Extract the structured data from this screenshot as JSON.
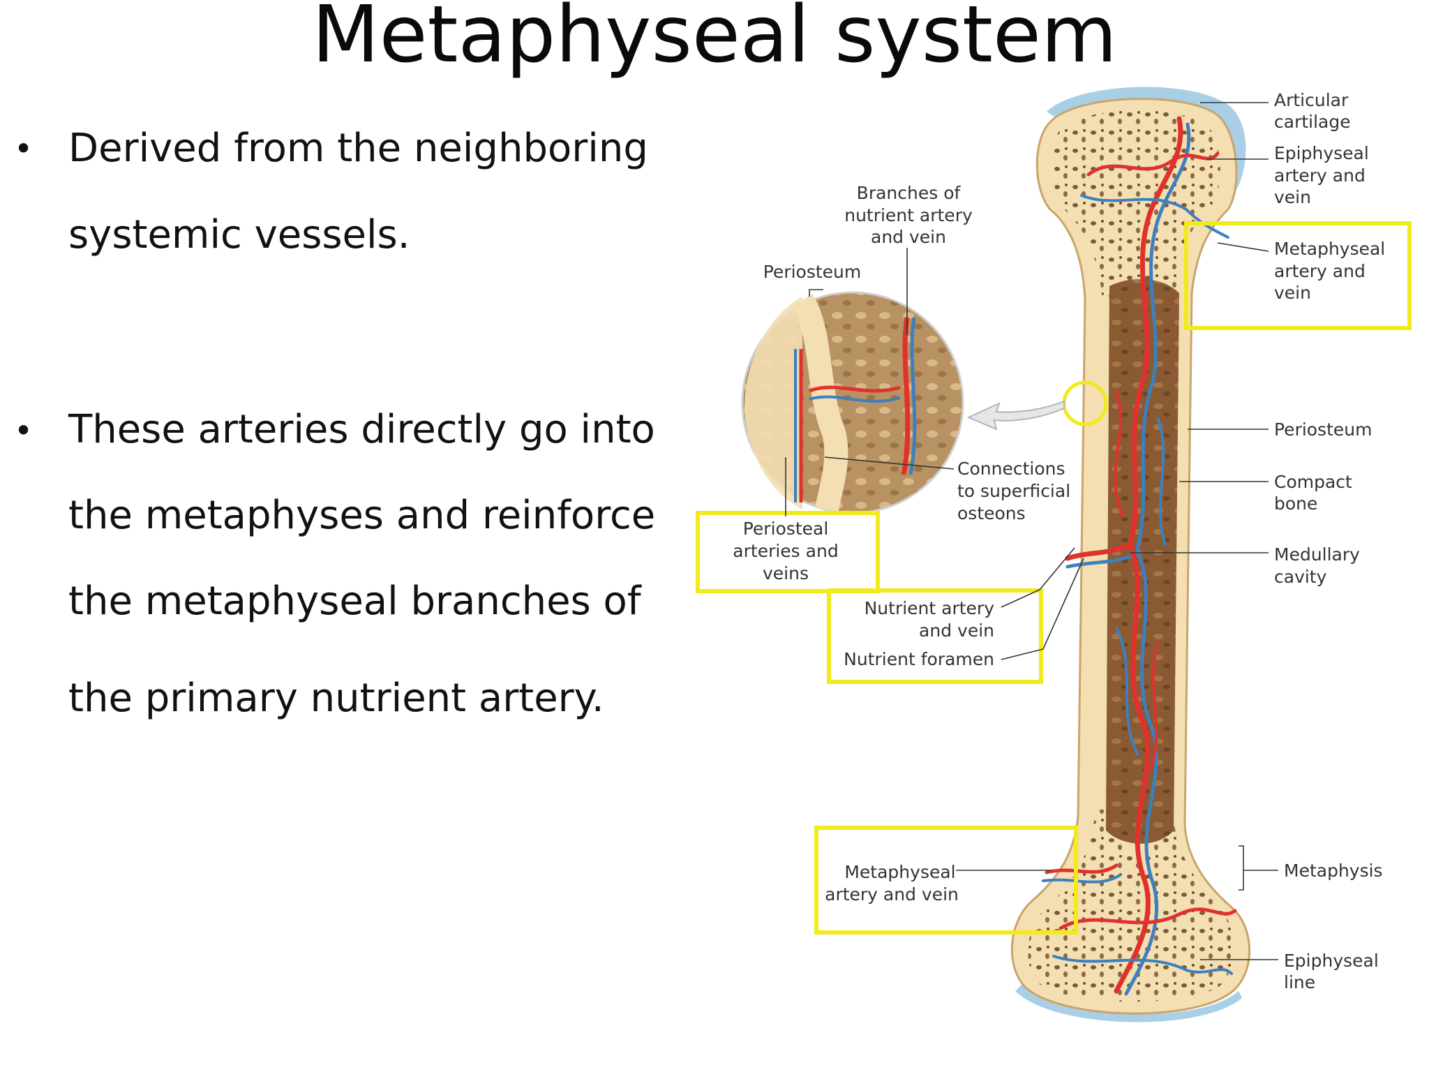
{
  "slide": {
    "title": "Metaphyseal system"
  },
  "bullets": [
    {
      "symbol": "•",
      "lines": [
        "Derived from the neighboring",
        "systemic vessels."
      ]
    },
    {
      "symbol": "•",
      "lines": [
        "These arteries directly go into",
        "the metaphyses and reinforce",
        "the metaphyseal branches of",
        "the primary nutrient artery."
      ]
    }
  ],
  "diagram": {
    "labels": {
      "articular_cartilage": [
        "Articular",
        "cartilage"
      ],
      "epiphyseal_artery": [
        "Epiphyseal",
        "artery and",
        "vein"
      ],
      "metaphyseal_artery_top": [
        "Metaphyseal",
        "artery and",
        "vein"
      ],
      "periosteum_right": [
        "Periosteum"
      ],
      "compact_bone": [
        "Compact",
        "bone"
      ],
      "medullary_cavity": [
        "Medullary",
        "cavity"
      ],
      "metaphysis": [
        "Metaphysis"
      ],
      "epiphyseal_line": [
        "Epiphyseal",
        "line"
      ],
      "branches_nutrient": [
        "Branches of",
        "nutrient artery",
        "and vein"
      ],
      "periosteum_inset": [
        "Periosteum"
      ],
      "connections": [
        "Connections",
        "to superficial",
        "osteons"
      ],
      "periosteal_arteries": [
        "Periosteal",
        "arteries and",
        "veins"
      ],
      "nutrient_artery": [
        "Nutrient artery",
        "and vein"
      ],
      "nutrient_foramen": [
        "Nutrient foramen"
      ],
      "metaphyseal_artery_bottom": [
        "Metaphyseal",
        "artery and vein"
      ]
    },
    "colors": {
      "highlight_box": "#f2ea1b",
      "artery": "#e0322d",
      "vein": "#3d7fbf",
      "bone": "#f3dfb2",
      "marrow": "#8a5a33",
      "cartilage": "#a9cfe6"
    }
  }
}
